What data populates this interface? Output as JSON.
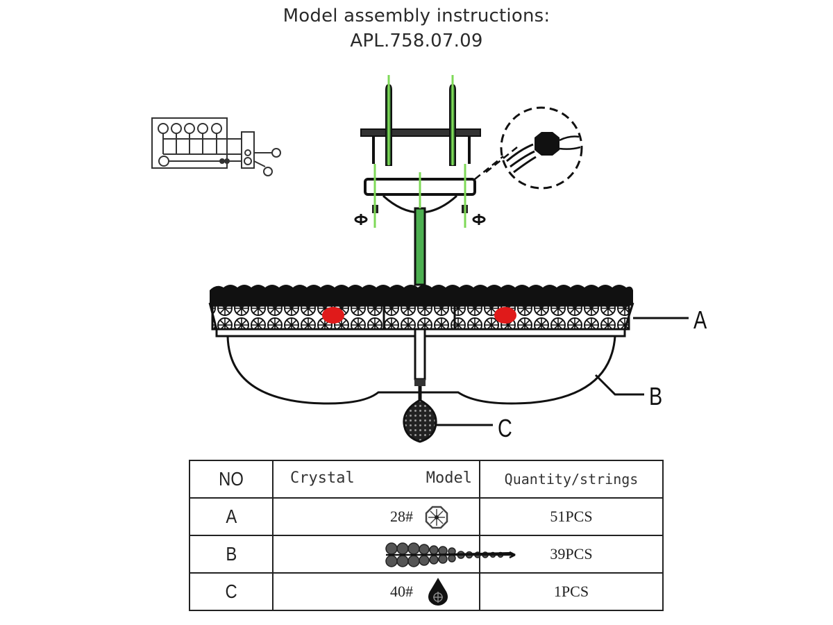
{
  "document": {
    "title_line1": "Model assembly instructions:",
    "title_line2": "APL.758.07.09"
  },
  "diagram": {
    "callouts": {
      "a": "A",
      "b": "B",
      "c": "C"
    },
    "colors": {
      "guide_line": "#7ed957",
      "lamp": "#e01a1a",
      "ink": "#111111"
    }
  },
  "parts_table": {
    "headers": {
      "no": "NO",
      "crystal": "Crystal",
      "model": "Model",
      "quantity": "Quantity/strings"
    },
    "rows": [
      {
        "no": "A",
        "model_code": "28#",
        "icon": "octagon-crystal-icon",
        "quantity": "51PCS"
      },
      {
        "no": "B",
        "model_code": "",
        "icon": "crystal-bead-string-icon",
        "quantity": "39PCS"
      },
      {
        "no": "C",
        "model_code": "40#",
        "icon": "teardrop-crystal-icon",
        "quantity": "1PCS"
      }
    ]
  }
}
